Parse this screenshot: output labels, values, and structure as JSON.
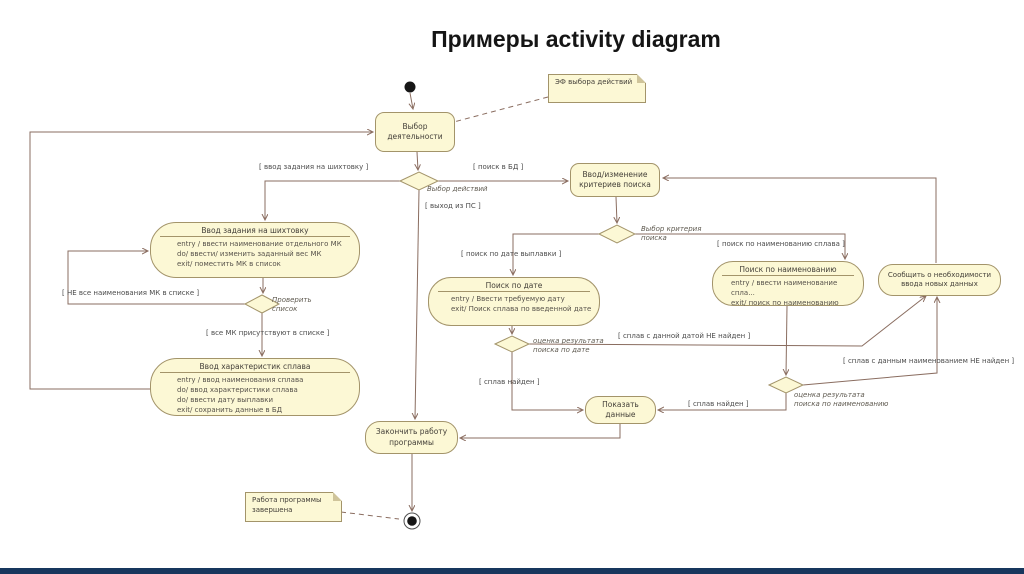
{
  "page": {
    "title": "Примеры activity diagram"
  },
  "colors": {
    "node_fill": "#fcf8d5",
    "node_border": "#a3946a",
    "edge": "#8a6d60",
    "footer_bar": "#17365d"
  },
  "diagram": {
    "notes": [
      {
        "text": "ЭФ выбора действий"
      },
      {
        "text": "Работа программы\nзавершена"
      }
    ],
    "activities": [
      {
        "title": "Выбор\nдеятельности",
        "actions": []
      },
      {
        "title": "Ввод задания на шихтовку",
        "actions": [
          "entry / ввести наименование отдельного МК",
          "do/ ввести/ изменить заданный вес МК",
          "exit/ поместить МК в список"
        ]
      },
      {
        "title": "Ввод характеристик сплава",
        "actions": [
          "entry / ввод наименования сплава",
          "do/ ввод характеристики сплава",
          "do/ ввести дату выплавки",
          "exit/ сохранить данные в БД"
        ]
      },
      {
        "title": "Закончить работу\nпрограммы",
        "actions": []
      },
      {
        "title": "Ввод/изменение\nкритериев поиска",
        "actions": []
      },
      {
        "title": "Поиск по дате",
        "actions": [
          "entry / Ввести требуемую дату",
          "exit/ Поиск сплава по введенной дате"
        ]
      },
      {
        "title": "Поиск по наименованию",
        "actions": [
          "entry / ввести наименование спла...",
          "exit/ поиск по наименованию"
        ]
      },
      {
        "title": "Сообщить о необходимости\nввода новых данных",
        "actions": []
      },
      {
        "title": "Показать\nданные",
        "actions": []
      }
    ],
    "decisions": [
      "Выбор действий",
      "Проверить\nсписок",
      "Выбор критерия\nпоиска",
      "оценка результата\nпоиска по дате",
      "оценка результата\nпоиска по наименованию"
    ],
    "guards": [
      "[ ввод задания на шихтовку ]",
      "[ поиск в БД ]",
      "[ выход из ПС ]",
      "[ НЕ все наименования МК в списке ]",
      "[ все МК присутствуют в списке ]",
      "[ поиск по дате выплавки ]",
      "[ поиск по наименованию сплава ]",
      "[ сплав с данной датой НЕ найден ]",
      "[ сплав найден ]",
      "[ сплав найден ]",
      "[ сплав с данным наименованием НЕ найден ]"
    ]
  }
}
